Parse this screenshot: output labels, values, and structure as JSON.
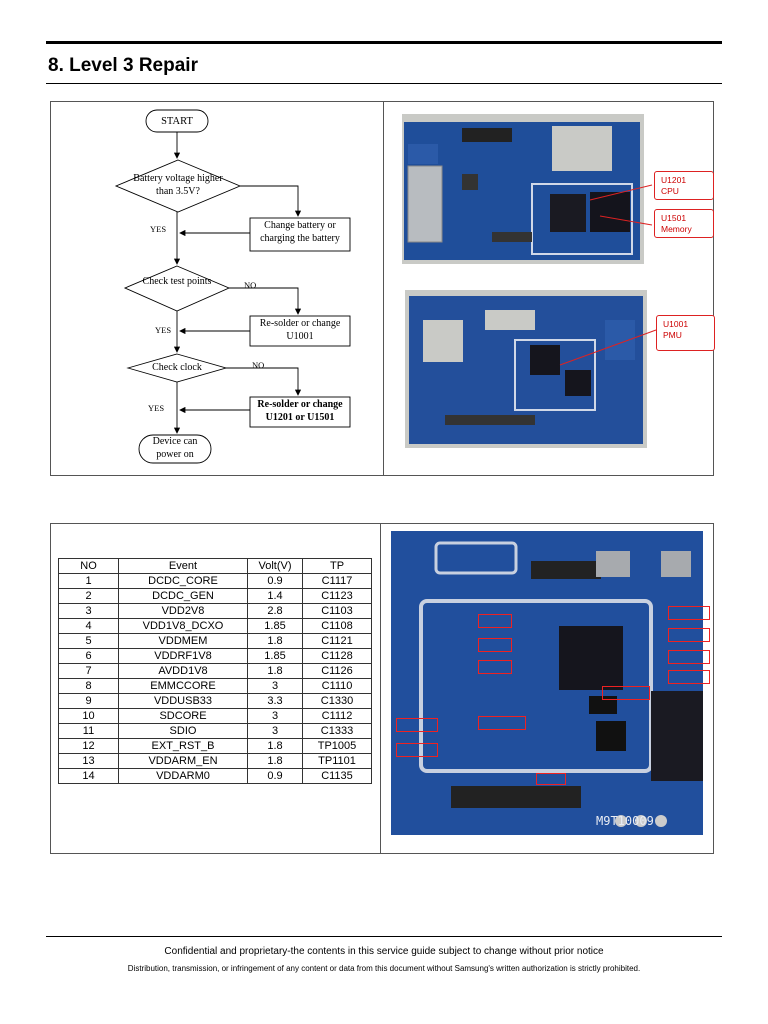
{
  "header": {
    "title": "8. Level 3 Repair"
  },
  "flowchart": {
    "start": "START",
    "q1": "Battery voltage higher than 3.5V?",
    "a1": "Change battery or charging the battery",
    "q2": "Check test points",
    "a2": "Re-solder or change U1001",
    "q3": "Check clock",
    "a3": "Re-solder or change U1201 or U1501",
    "end": "Device can power on",
    "yes": "YES",
    "no": "NO"
  },
  "board_labels": {
    "cpu": "U1201\nCPU",
    "memory": "U1501\nMemory",
    "pmu": "U1001\nPMU",
    "board_marking": "M9T10009"
  },
  "test_points": {
    "headers": [
      "NO",
      "Event",
      "Volt(V)",
      "TP"
    ],
    "rows": [
      [
        "1",
        "DCDC_CORE",
        "0.9",
        "C1117"
      ],
      [
        "2",
        "DCDC_GEN",
        "1.4",
        "C1123"
      ],
      [
        "3",
        "VDD2V8",
        "2.8",
        "C1103"
      ],
      [
        "4",
        "VDD1V8_DCXO",
        "1.85",
        "C1108"
      ],
      [
        "5",
        "VDDMEM",
        "1.8",
        "C1121"
      ],
      [
        "6",
        "VDDRF1V8",
        "1.85",
        "C1128"
      ],
      [
        "7",
        "AVDD1V8",
        "1.8",
        "C1126"
      ],
      [
        "8",
        "EMMCCORE",
        "3",
        "C1110"
      ],
      [
        "9",
        "VDDUSB33",
        "3.3",
        "C1330"
      ],
      [
        "10",
        "SDCORE",
        "3",
        "C1112"
      ],
      [
        "11",
        "SDIO",
        "3",
        "C1333"
      ],
      [
        "12",
        "EXT_RST_B",
        "1.8",
        "TP1005"
      ],
      [
        "13",
        "VDDARM_EN",
        "1.8",
        "TP1101"
      ],
      [
        "14",
        "VDDARM0",
        "0.9",
        "C1135"
      ]
    ]
  },
  "footer": {
    "line1": "Confidential and proprietary-the contents in this service guide subject to change without prior notice",
    "line2": "Distribution, transmission, or infringement of any content or data from this document without Samsung's written authorization is strictly prohibited."
  }
}
